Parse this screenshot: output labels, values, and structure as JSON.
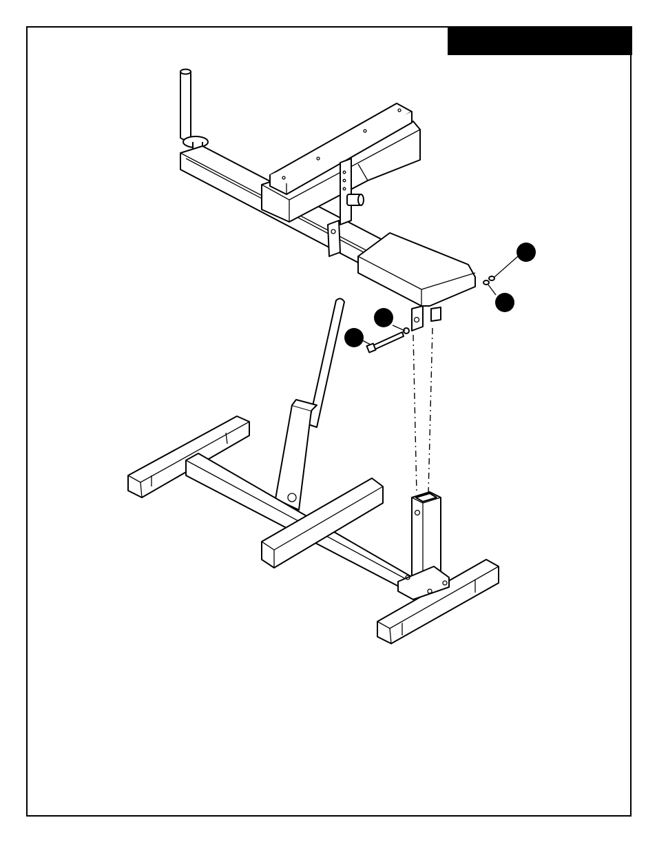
{
  "header": {
    "title": ""
  },
  "callouts": [
    {
      "id": "callout-upper-right",
      "label": ""
    },
    {
      "id": "callout-right",
      "label": ""
    },
    {
      "id": "callout-middle",
      "label": ""
    },
    {
      "id": "callout-left",
      "label": ""
    }
  ],
  "colors": {
    "line": "#000000",
    "background": "#ffffff",
    "callout_fill": "#000000"
  }
}
